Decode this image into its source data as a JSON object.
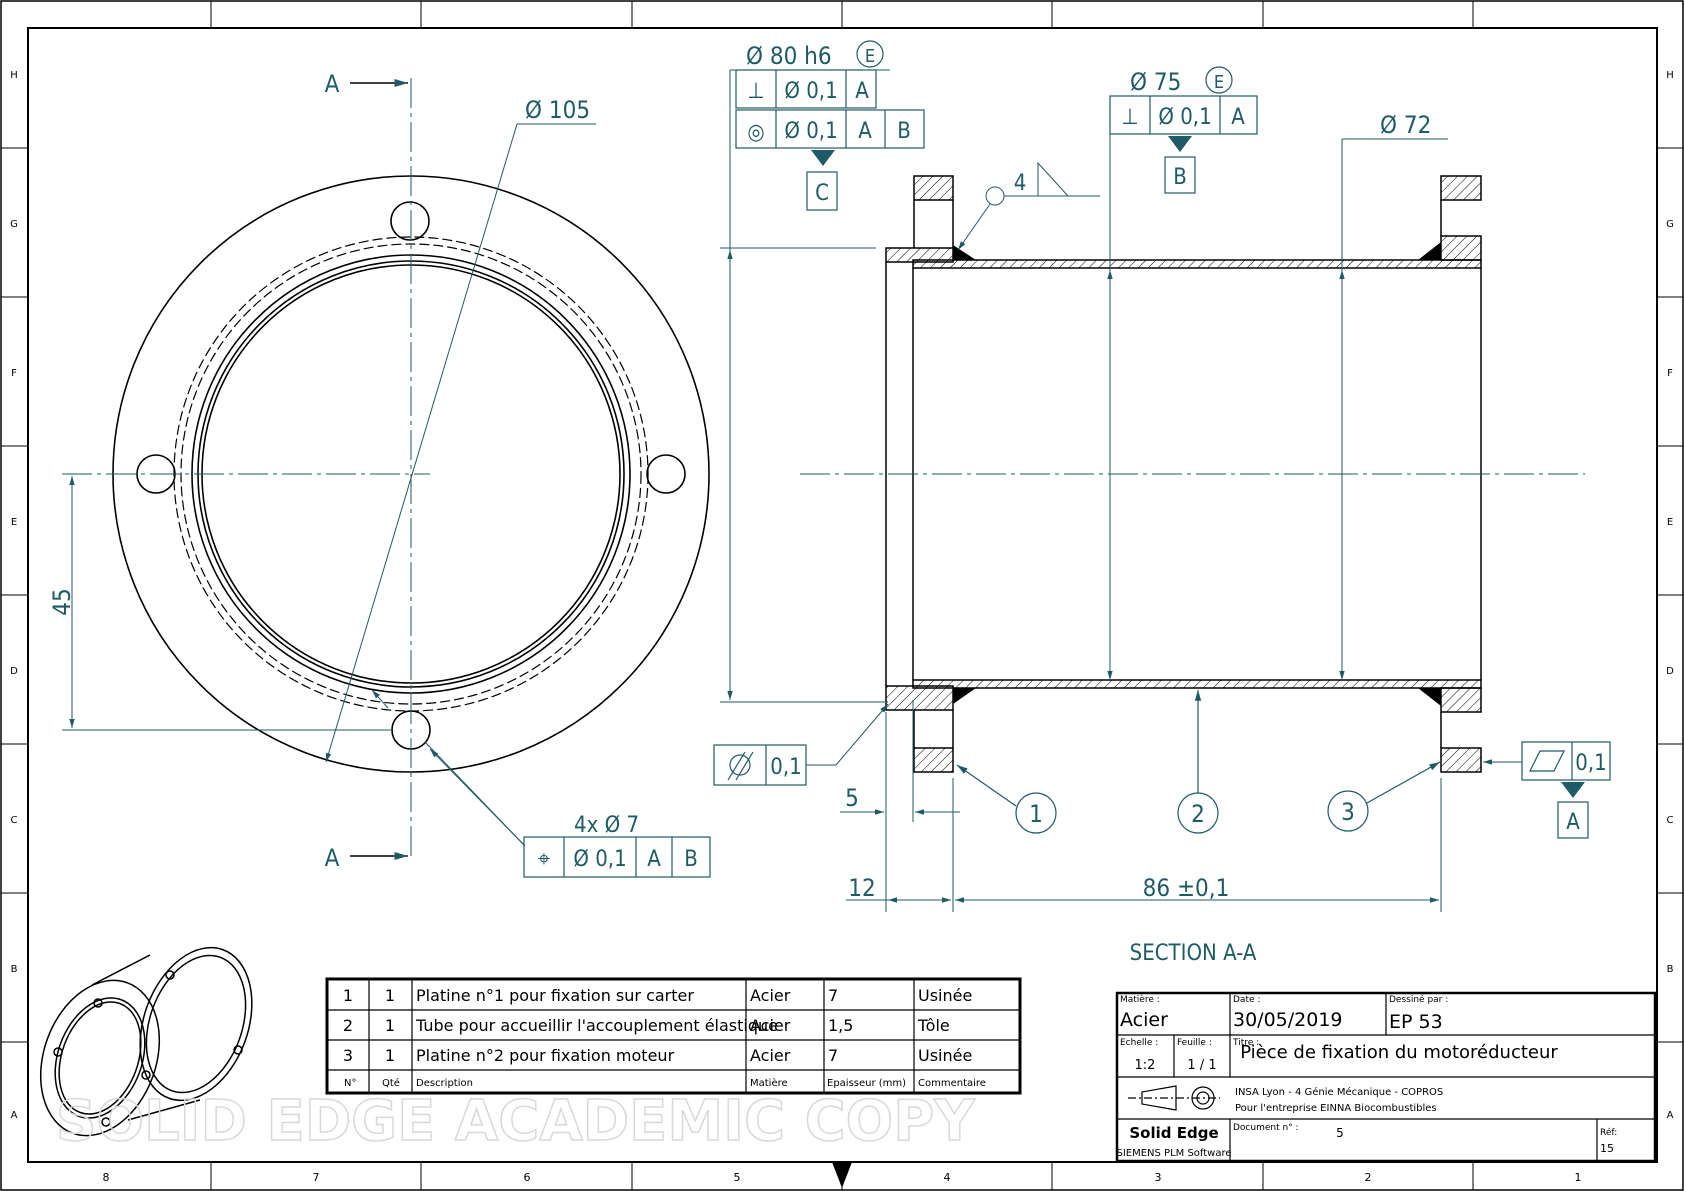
{
  "colors": {
    "ink": "#000000",
    "dimension": "#1e5b66",
    "watermark": "#d9d9d9"
  },
  "frame": {
    "cols": [
      "8",
      "7",
      "6",
      "5",
      "4",
      "3",
      "2",
      "1"
    ],
    "rows": [
      "H",
      "G",
      "F",
      "E",
      "D",
      "C",
      "B",
      "A"
    ]
  },
  "front_view": {
    "section_label": "A",
    "dia_outer": "Ø 105",
    "dim_45": "45",
    "holes_note": "4x Ø 7",
    "position_fcf": {
      "symbol": "⌖",
      "tol": "Ø 0,1",
      "datum1": "A",
      "datum2": "B"
    }
  },
  "section_view": {
    "dia_80": "Ø 80 h6",
    "envelope": "E",
    "perp_fcf": {
      "symbol": "⊥",
      "tol": "Ø 0,1",
      "datum": "A"
    },
    "conc_fcf": {
      "symbol": "◎",
      "tol": "Ø 0,1",
      "datum1": "A",
      "datum2": "B"
    },
    "datum_c": "C",
    "weld_size": "4",
    "dia_75": "Ø 75",
    "perp2_fcf": {
      "symbol": "⊥",
      "tol": "Ø 0,1",
      "datum": "A"
    },
    "datum_b": "B",
    "dia_72": "Ø 72",
    "cyl_fcf": {
      "tol": "0,1"
    },
    "flat_fcf": {
      "tol": "0,1"
    },
    "datum_a": "A",
    "dim_5": "5",
    "dim_12": "12",
    "dim_86": "86 ±0,1",
    "balloons": [
      "1",
      "2",
      "3"
    ],
    "title": "SECTION A-A"
  },
  "bom": {
    "rows": [
      {
        "no": "1",
        "qty": "1",
        "desc": "Platine n°1 pour fixation sur carter",
        "mat": "Acier",
        "thk": "7",
        "comment": "Usinée"
      },
      {
        "no": "2",
        "qty": "1",
        "desc": "Tube pour accueillir l'accouplement élastique",
        "mat": "Acier",
        "thk": "1,5",
        "comment": "Tôle"
      },
      {
        "no": "3",
        "qty": "1",
        "desc": "Platine n°2 pour fixation moteur",
        "mat": "Acier",
        "thk": "7",
        "comment": "Usinée"
      }
    ],
    "headers": {
      "no": "N°",
      "qty": "Qté",
      "desc": "Description",
      "mat": "Matière",
      "thk": "Epaisseur (mm)",
      "comment": "Commentaire"
    }
  },
  "title_block": {
    "matiere_label": "Matière :",
    "matiere": "Acier",
    "date_label": "Date :",
    "date": "30/05/2019",
    "dessine_label": "Dessiné par :",
    "dessine": "EP 53",
    "echelle_label": "Echelle :",
    "echelle": "1:2",
    "feuille_label": "Feuille :",
    "feuille": "1 / 1",
    "titre_label": "Titre :",
    "titre": "Pièce de fixation du motoréducteur",
    "org1": "INSA Lyon - 4 Génie Mécanique - COPROS",
    "org2": "Pour l'entreprise EINNA Biocombustibles",
    "brand": "Solid Edge",
    "brand_sub": "SIEMENS PLM Software",
    "doc_label": "Document n° :",
    "doc": "5",
    "ref_label": "Réf:",
    "ref": "15"
  },
  "watermark": "SOLID EDGE ACADEMIC COPY"
}
